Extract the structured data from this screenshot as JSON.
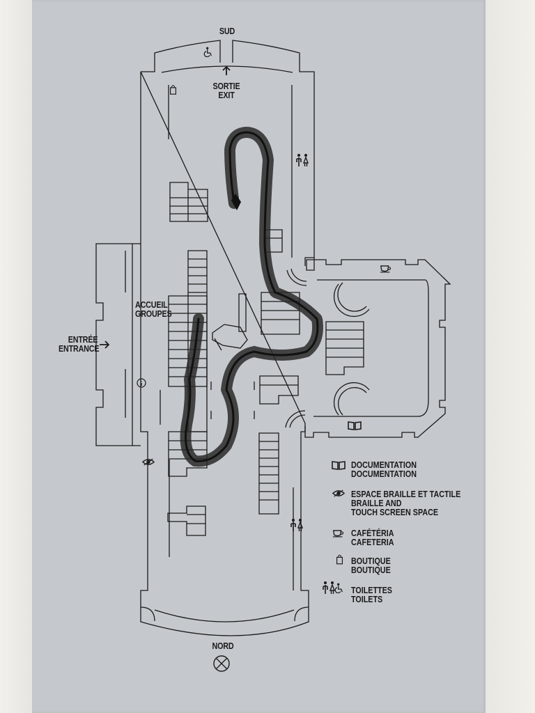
{
  "labels": {
    "south": "SUD",
    "north": "NORD",
    "exit_line1": "SORTIE",
    "exit_line2": "EXIT",
    "groups_line1": "ACCUEIL",
    "groups_line2": "GROUPES",
    "entrance_line1": "ENTRÉE",
    "entrance_line2": "ENTRANCE"
  },
  "legend": [
    {
      "icon": "book-icon",
      "lines": [
        "DOCUMENTATION",
        "DOCUMENTATION"
      ]
    },
    {
      "icon": "eye-icon",
      "lines": [
        "ESPACE BRAILLE ET TACTILE",
        "BRAILLE AND",
        "TOUCH SCREEN SPACE"
      ]
    },
    {
      "icon": "cup-icon",
      "lines": [
        "CAFÉTÉRIA",
        "CAFETERIA"
      ]
    },
    {
      "icon": "bag-icon",
      "lines": [
        "BOUTIQUE",
        "BOUTIQUE"
      ]
    },
    {
      "icon": "toilets-icon",
      "lines": [
        "TOILETTES",
        "TOILETS"
      ]
    }
  ],
  "colors": {
    "panel": "#c5c9cd",
    "ink": "#1a1a1a"
  }
}
